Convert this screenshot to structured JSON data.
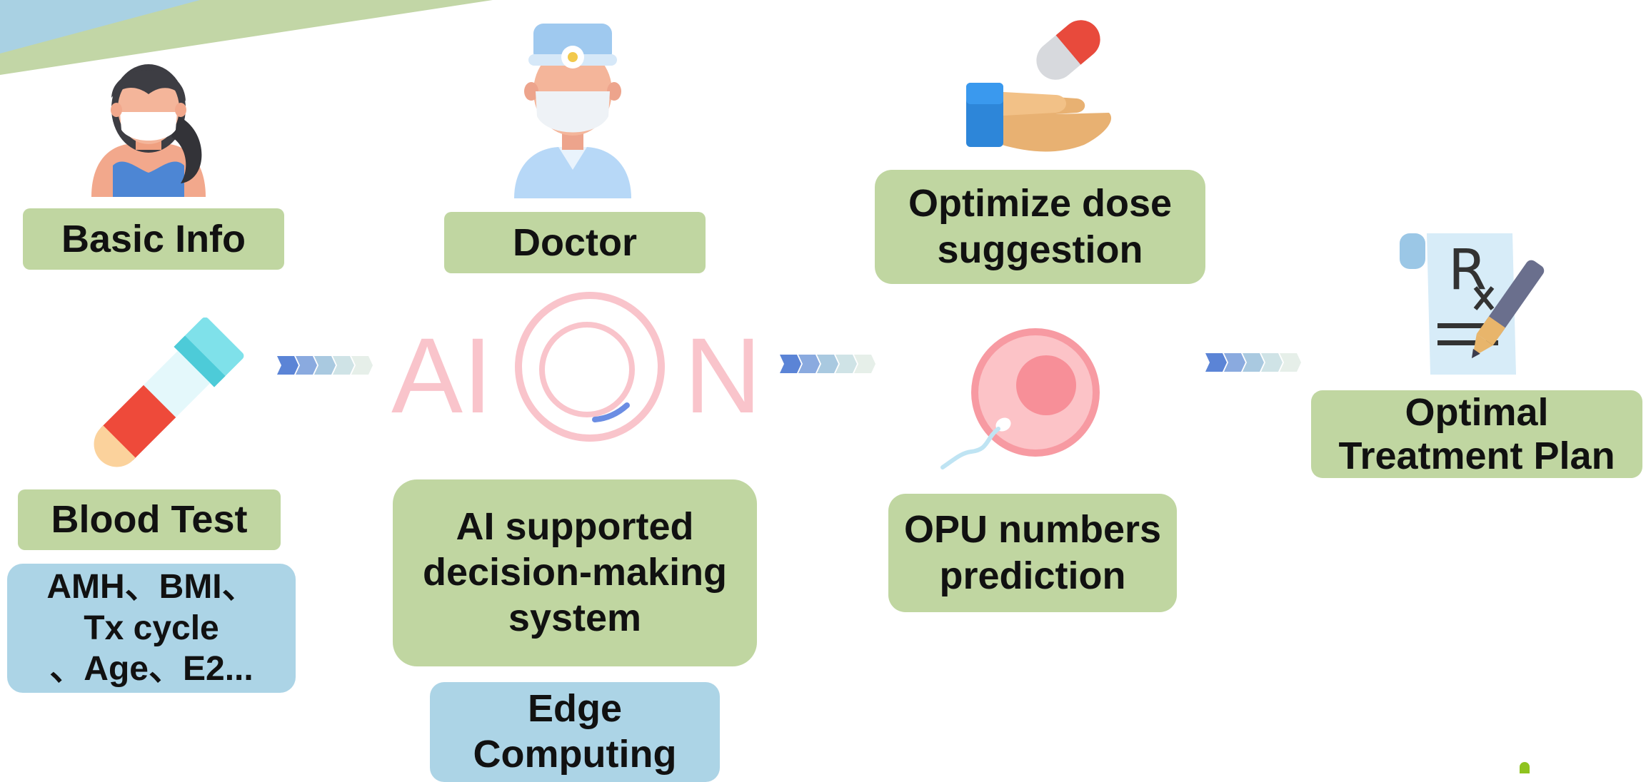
{
  "nodes": {
    "basic_info": "Basic Info",
    "doctor": "Doctor",
    "optimize_dose": [
      "Optimize dose",
      "suggestion"
    ],
    "blood_test": "Blood Test",
    "blood_params": [
      "AMH、BMI、",
      "Tx cycle",
      "、Age、E2..."
    ],
    "ai_system": [
      "AI supported",
      "decision-making",
      "system"
    ],
    "edge_computing": [
      "Edge",
      "Computing"
    ],
    "opu_prediction": [
      "OPU numbers",
      "prediction"
    ],
    "optimal_plan": [
      "Optimal",
      "Treatment Plan"
    ]
  },
  "logo": {
    "text_left": "AI",
    "text_right": "N",
    "color": "#f9c4cb",
    "accent": "#6b8de3"
  },
  "icons": [
    "woman-patient-icon",
    "doctor-icon",
    "pill-in-hand-icon",
    "blood-test-tube-icon",
    "egg-cell-sperm-icon",
    "prescription-icon"
  ],
  "colors": {
    "green_box": "#c0d6a1",
    "blue_box": "#acd4e6",
    "arrow": [
      "#5b84d6",
      "#8aaadf",
      "#a9c9e0",
      "#cfe3e6",
      "#e6efe9"
    ]
  }
}
